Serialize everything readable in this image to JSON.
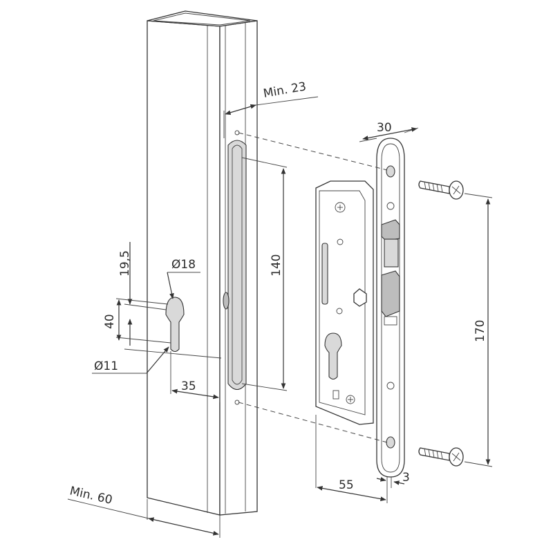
{
  "dimensions": {
    "min23": "Min. 23",
    "d30": "30",
    "d140": "140",
    "d170": "170",
    "d19_5": "19,5",
    "d18": "Ø18",
    "d40": "40",
    "d11": "Ø11",
    "d35": "35",
    "d55": "55",
    "d3": "3",
    "min60": "Min. 60"
  }
}
